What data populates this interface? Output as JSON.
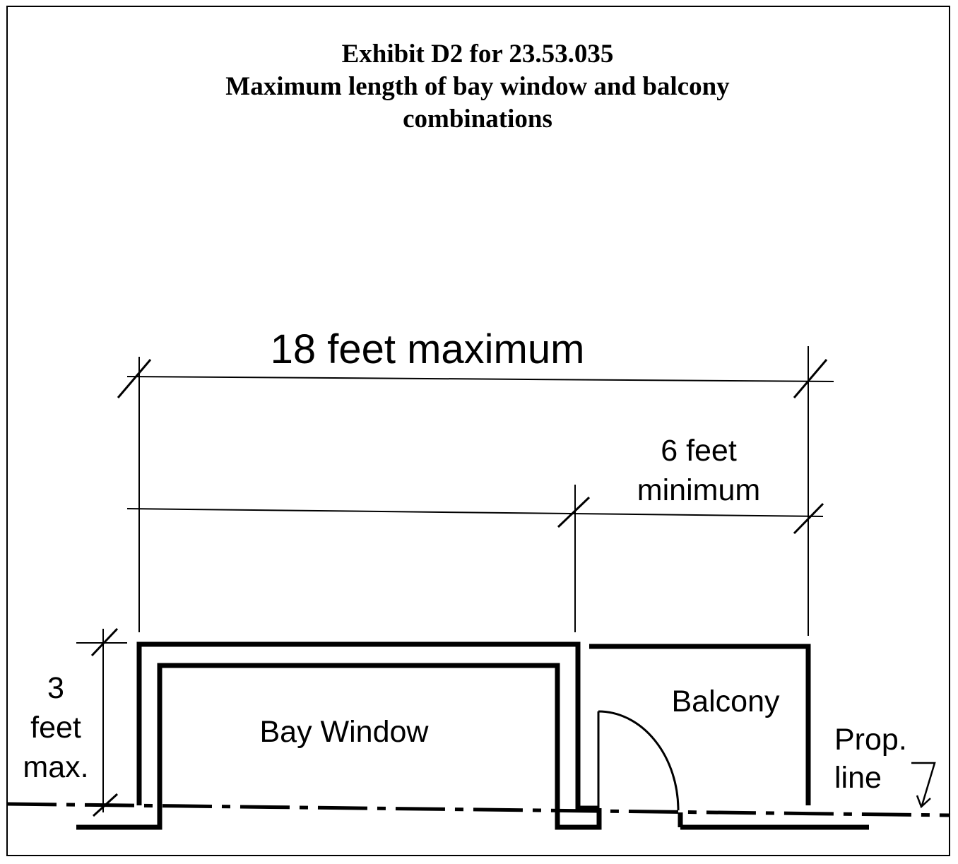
{
  "title": {
    "line1": "Exhibit D2 for 23.53.035",
    "line2": "Maximum length of bay window and balcony",
    "line3": "combinations"
  },
  "dimensions": {
    "overall": "18 feet maximum",
    "balcony_line1": "6 feet",
    "balcony_line2": "minimum",
    "depth_line1": "3",
    "depth_line2": "feet",
    "depth_line3": "max."
  },
  "labels": {
    "bay_window": "Bay Window",
    "balcony": "Balcony",
    "prop_line1": "Prop.",
    "prop_line2": "line"
  }
}
